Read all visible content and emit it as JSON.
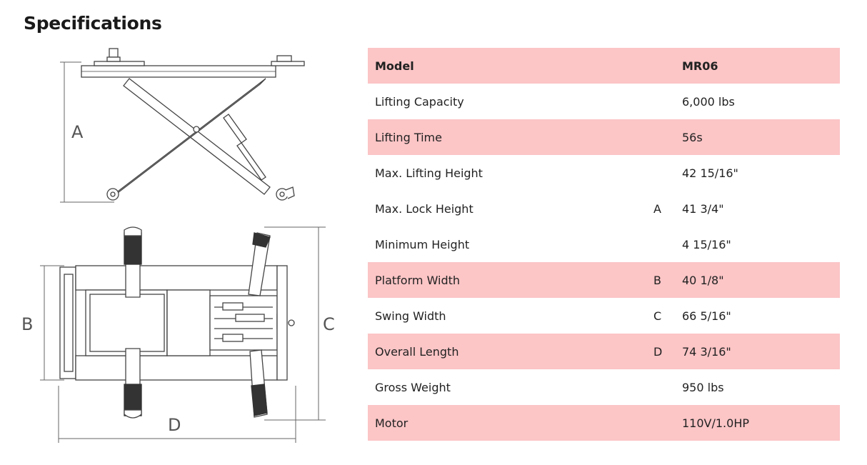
{
  "page": {
    "title": "Specifications"
  },
  "diagram": {
    "labels": {
      "a": "A",
      "b": "B",
      "c": "C",
      "d": "D"
    }
  },
  "table": {
    "header": {
      "label": "Model",
      "dim": "",
      "value": "MR06"
    },
    "rows": [
      {
        "label": "Lifting Capacity",
        "dim": "",
        "value": "6,000 lbs",
        "shaded": false
      },
      {
        "label": "Lifting Time",
        "dim": "",
        "value": "56s",
        "shaded": true
      },
      {
        "label": "Max. Lifting Height",
        "dim": "",
        "value": "42 15/16\"",
        "shaded": false
      },
      {
        "label": "Max. Lock Height",
        "dim": "A",
        "value": "41 3/4\"",
        "shaded": false
      },
      {
        "label": "Minimum Height",
        "dim": "",
        "value": "4 15/16\"",
        "shaded": false
      },
      {
        "label": "Platform Width",
        "dim": "B",
        "value": "40 1/8\"",
        "shaded": true
      },
      {
        "label": "Swing Width",
        "dim": "C",
        "value": "66 5/16\"",
        "shaded": false
      },
      {
        "label": "Overall Length",
        "dim": "D",
        "value": "74 3/16\"",
        "shaded": true
      },
      {
        "label": "Gross Weight",
        "dim": "",
        "value": "950 lbs",
        "shaded": false
      },
      {
        "label": "Motor",
        "dim": "",
        "value": "110V/1.0HP",
        "shaded": true
      }
    ]
  }
}
